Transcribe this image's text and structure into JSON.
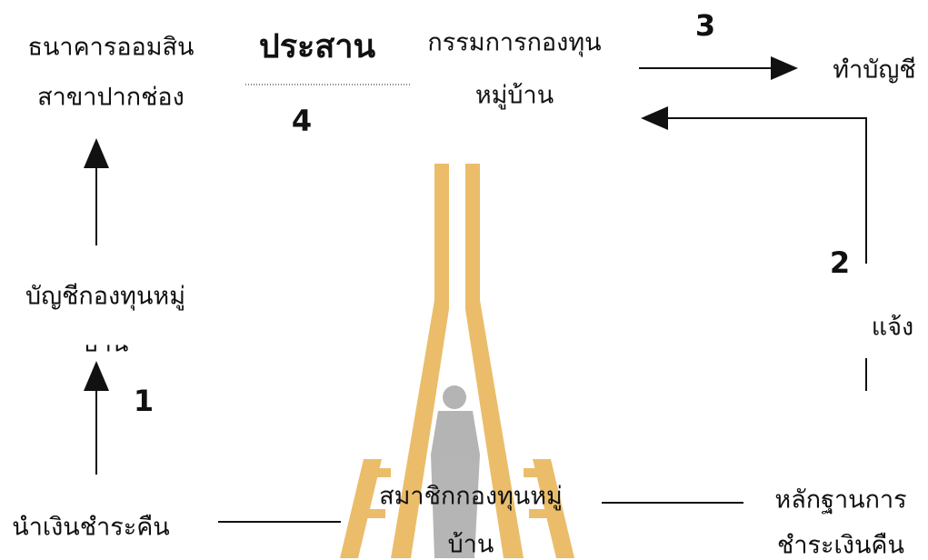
{
  "colors": {
    "ink": "#111111",
    "watermark_gold": "#E9B65A",
    "watermark_gray": "#A8A8A8"
  },
  "nodes": {
    "bank_line1": "ธนาคารออมสิน",
    "bank_line2": "สาขาปากช่อง",
    "committee_line1": "กรรมการกองทุน",
    "committee_line2": "หมู่บ้าน",
    "bookkeeping": "ทำบัญชี",
    "accounting_line1": "บัญชีกองทุนหมู่",
    "accounting_line2": "บ้าน",
    "notify": "แจ้ง",
    "repay": "นำเงินชำระคืน",
    "member_line1": "สมาชิกกองทุนหมู่",
    "member_line2": "บ้าน",
    "evidence_line1": "หลักฐานการ",
    "evidence_line2": "ชำระเงินคืน"
  },
  "labels": {
    "coordinate": "ประสาน",
    "step1": "1",
    "step2": "2",
    "step3": "3",
    "step4": "4"
  }
}
